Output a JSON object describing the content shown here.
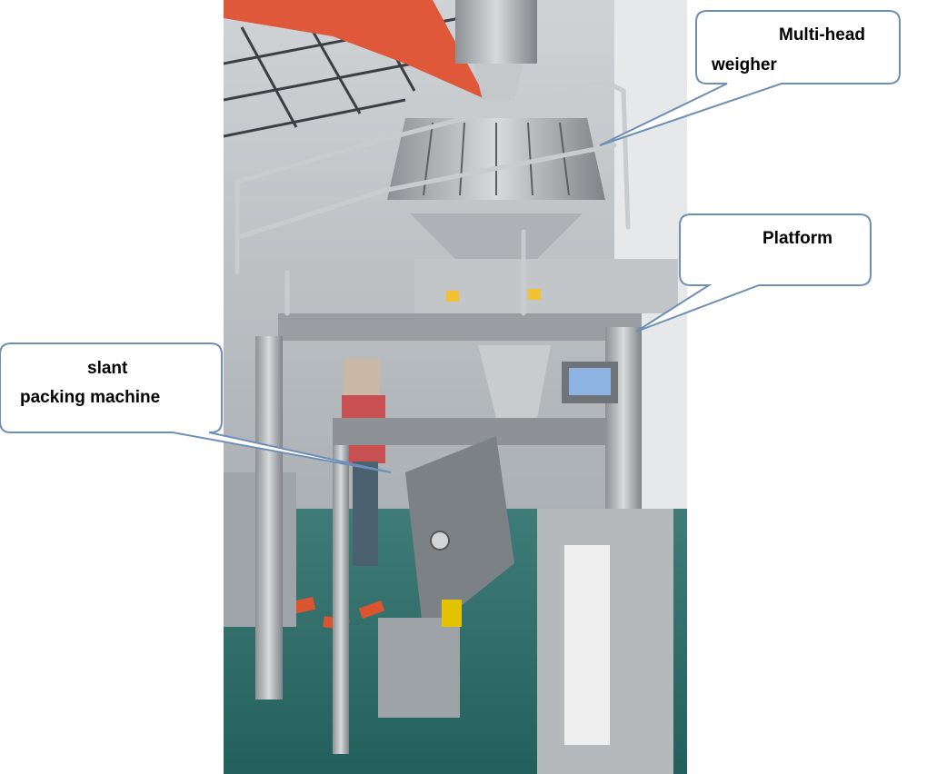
{
  "callouts": {
    "weigher": {
      "line1": "Multi-head",
      "line2": "weigher"
    },
    "platform": {
      "text": "Platform"
    },
    "packer": {
      "line1": "slant",
      "line2": "packing machine"
    }
  },
  "colors": {
    "callout_border": "#6d8fb7",
    "floor": "#2f6f6a",
    "steel": "#b9bcbf",
    "roof_flag": "#e0583a"
  }
}
